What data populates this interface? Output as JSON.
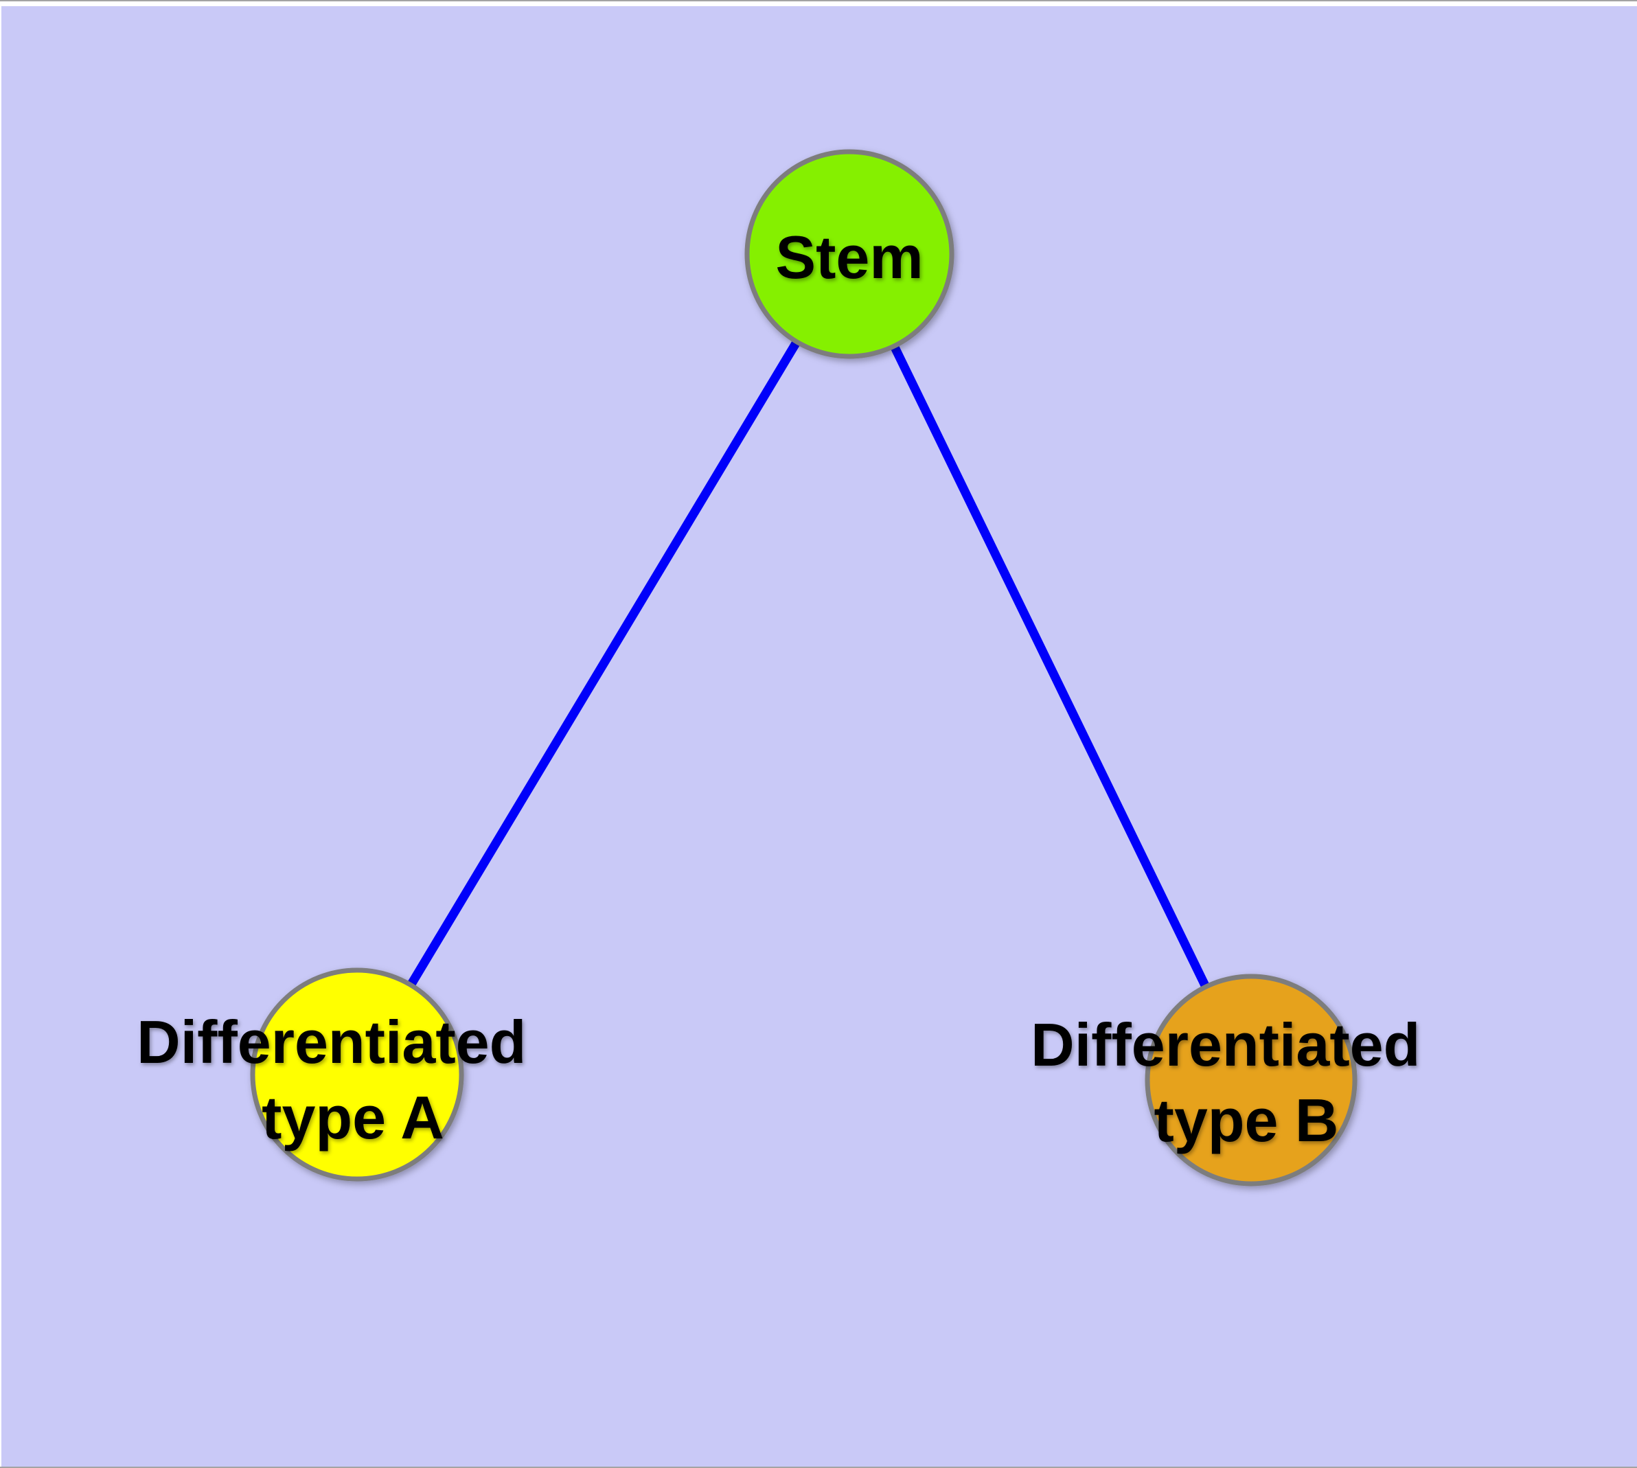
{
  "canvas": {
    "frame_background": "#ffffff",
    "frame_line_color": "#a3a3a3",
    "plot_background": "#c9c9f7"
  },
  "diagram": {
    "type": "graph",
    "description": "Stem cell differentiation tree with one root node and two leaf nodes",
    "edge_color": "#0000fa",
    "node_border_color": "#7d7d7d",
    "label_color": "#000000",
    "nodes": [
      {
        "id": "stem",
        "label_lines": [
          "Stem"
        ],
        "color": "#85f000"
      },
      {
        "id": "differentiated-type-a",
        "label_lines": [
          "Differentiated",
          "type A"
        ],
        "color": "#ffff00"
      },
      {
        "id": "differentiated-type-b",
        "label_lines": [
          "Differentiated",
          "type B"
        ],
        "color": "#e6a21f"
      }
    ],
    "edges": [
      {
        "from": "stem",
        "to": "differentiated-type-a"
      },
      {
        "from": "stem",
        "to": "differentiated-type-b"
      }
    ]
  }
}
